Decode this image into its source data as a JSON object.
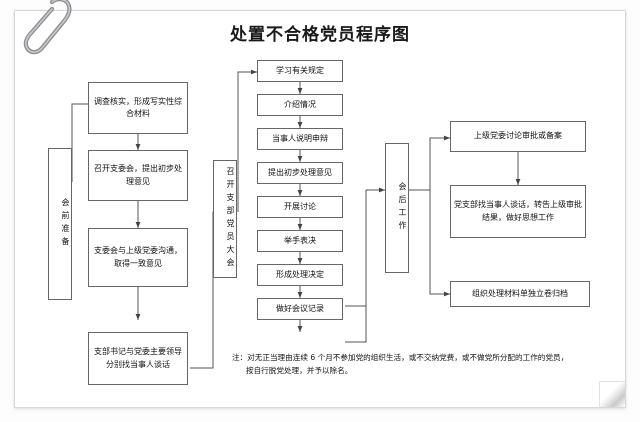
{
  "document": {
    "title": "处置不合格党员程序图",
    "paperclip_icon": "paperclip-icon",
    "page_curl": "page-curl-corner"
  },
  "chart_data": {
    "type": "flowchart",
    "title": "处置不合格党员程序图",
    "orientation": "left-to-right with vertical stages",
    "stages": [
      {
        "id": "stage1",
        "label": "会前准备",
        "orientation": "vertical"
      },
      {
        "id": "stage2",
        "label": "召开支部党员大会",
        "orientation": "vertical"
      },
      {
        "id": "stage3",
        "label": "会后工作",
        "orientation": "vertical"
      }
    ],
    "nodes": [
      {
        "id": "n1",
        "label": "调查核实，形成写实性综合材料",
        "column": "preparation"
      },
      {
        "id": "n2",
        "label": "召开支委会，提出初步处理意见",
        "column": "preparation"
      },
      {
        "id": "n3",
        "label": "支委会与上级党委沟通，取得一致意见",
        "column": "preparation"
      },
      {
        "id": "n4",
        "label": "支部书记与党委主要领导分别找当事人谈话",
        "column": "preparation"
      },
      {
        "id": "m1",
        "label": "学习有关规定",
        "column": "meeting"
      },
      {
        "id": "m2",
        "label": "介绍情况",
        "column": "meeting"
      },
      {
        "id": "m3",
        "label": "当事人说明申辩",
        "column": "meeting"
      },
      {
        "id": "m4",
        "label": "提出初步处理意见",
        "column": "meeting"
      },
      {
        "id": "m5",
        "label": "开展讨论",
        "column": "meeting"
      },
      {
        "id": "m6",
        "label": "举手表决",
        "column": "meeting"
      },
      {
        "id": "m7",
        "label": "形成处理决定",
        "column": "meeting"
      },
      {
        "id": "m8",
        "label": "做好会议记录",
        "column": "meeting"
      },
      {
        "id": "a1",
        "label": "上级党委讨论审批或备案",
        "column": "after"
      },
      {
        "id": "a2",
        "label": "党支部找当事人谈话，转告上级审批结果，做好思想工作",
        "column": "after"
      },
      {
        "id": "a3",
        "label": "组织处理材料单独立卷归档",
        "column": "after"
      }
    ],
    "edges": [
      {
        "from": "stage1",
        "to": "n1"
      },
      {
        "from": "n1",
        "to": "n2"
      },
      {
        "from": "n2",
        "to": "n3"
      },
      {
        "from": "n3",
        "to": "n4"
      },
      {
        "from": "n4",
        "to": "stage2"
      },
      {
        "from": "stage2",
        "to": "m1"
      },
      {
        "from": "m1",
        "to": "m2"
      },
      {
        "from": "m2",
        "to": "m3"
      },
      {
        "from": "m3",
        "to": "m4"
      },
      {
        "from": "m4",
        "to": "m5"
      },
      {
        "from": "m5",
        "to": "m6"
      },
      {
        "from": "m6",
        "to": "m7"
      },
      {
        "from": "m7",
        "to": "m8"
      },
      {
        "from": "m8",
        "to": "stage3"
      },
      {
        "from": "stage3",
        "to": "a1"
      },
      {
        "from": "a1",
        "to": "a2"
      },
      {
        "from": "stage3",
        "to": "a3"
      }
    ],
    "note": {
      "line1": "注：对无正当理由连续 6 个月不参加党的组织生活，或不交纳党费，或不做党所分配的工作的党员，",
      "line2": "按自行脱党处理，并予以除名。"
    },
    "colors": {
      "border": "#666666",
      "text": "#111111",
      "background": "#ffffff"
    }
  }
}
